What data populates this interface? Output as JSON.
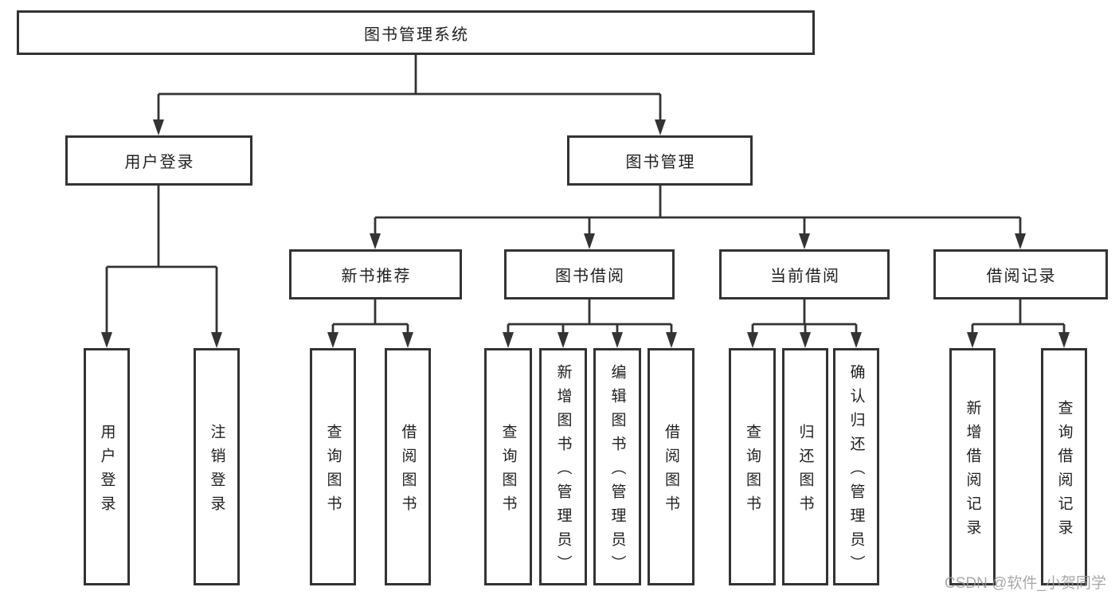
{
  "tree": {
    "label": "图书管理系统",
    "children": [
      {
        "label": "用户登录",
        "children": [
          {
            "label": "用户登录"
          },
          {
            "label": "注销登录"
          }
        ]
      },
      {
        "label": "图书管理",
        "children": [
          {
            "label": "新书推荐",
            "children": [
              {
                "label": "查询图书"
              },
              {
                "label": "借阅图书"
              }
            ]
          },
          {
            "label": "图书借阅",
            "children": [
              {
                "label": "查询图书"
              },
              {
                "label": "新增图书（管理员）"
              },
              {
                "label": "编辑图书（管理员）"
              },
              {
                "label": "借阅图书"
              }
            ]
          },
          {
            "label": "当前借阅",
            "children": [
              {
                "label": "查询图书"
              },
              {
                "label": "归还图书"
              },
              {
                "label": "确认归还（管理员）"
              }
            ]
          },
          {
            "label": "借阅记录",
            "children": [
              {
                "label": "新增借阅记录"
              },
              {
                "label": "查询借阅记录"
              }
            ]
          }
        ]
      }
    ]
  },
  "watermark": {
    "text": "CSDN @软件_小贺同学"
  },
  "colors": {
    "line": "#333333",
    "text": "#1f1f1f",
    "watermark": "#9a9a9a",
    "background": "#ffffff"
  }
}
